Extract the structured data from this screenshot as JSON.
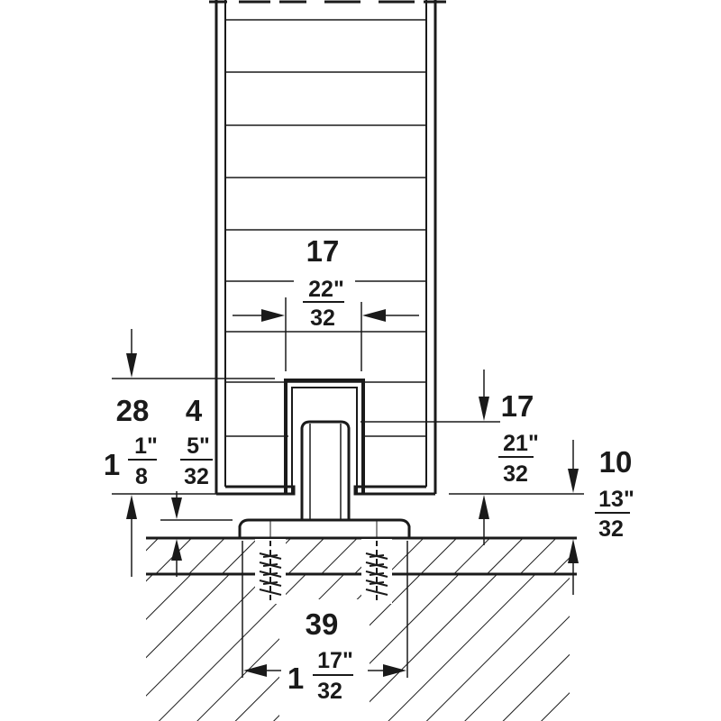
{
  "colors": {
    "line": "#1a1a1a",
    "background": "#ffffff"
  },
  "dimensions": {
    "groove_width": {
      "mm": "17",
      "inch_num": "22\"",
      "inch_den": "32"
    },
    "door_height_above": {
      "mm": "28",
      "inch_whole": "1",
      "inch_num": "1\"",
      "inch_den": "8"
    },
    "gap": {
      "mm": "4",
      "inch_num": "5\"",
      "inch_den": "32"
    },
    "groove_depth": {
      "mm": "17",
      "inch_num": "21\"",
      "inch_den": "32"
    },
    "floor_clearance": {
      "mm": "10",
      "inch_num": "13\"",
      "inch_den": "32"
    },
    "base_width": {
      "mm": "39",
      "inch_whole": "1",
      "inch_num": "17\"",
      "inch_den": "32"
    }
  }
}
